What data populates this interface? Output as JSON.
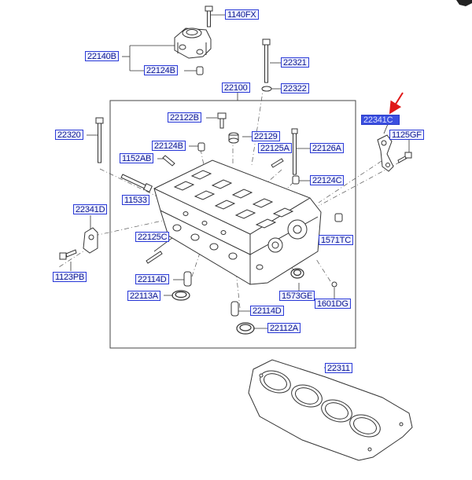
{
  "labels": {
    "p1140FX": "1140FX",
    "p22140B": "22140B",
    "p22124B_top": "22124B",
    "p22321": "22321",
    "p22100": "22100",
    "p22322": "22322",
    "p22341C": "22341C",
    "p1125GF": "1125GF",
    "p22122B": "22122B",
    "p22320": "22320",
    "p22129": "22129",
    "p22124B_mid": "22124B",
    "p22125A": "22125A",
    "p22126A": "22126A",
    "p1152AB": "1152AB",
    "p22124C": "22124C",
    "p11533": "11533",
    "p22341D": "22341D",
    "p22125C": "22125C",
    "p1571TC": "1571TC",
    "p1123PB": "1123PB",
    "p22114D_a": "22114D",
    "p22113A": "22113A",
    "p1573GE": "1573GE",
    "p1601DG": "1601DG",
    "p22114D_b": "22114D",
    "p22112A": "22112A",
    "p22311": "22311"
  },
  "colors": {
    "label_text": "#0b1690",
    "label_border": "#2b3bd8",
    "selected_label_bg": "#3b4fe0",
    "pointer_arrow": "#e01818",
    "line_art": "#333333"
  }
}
